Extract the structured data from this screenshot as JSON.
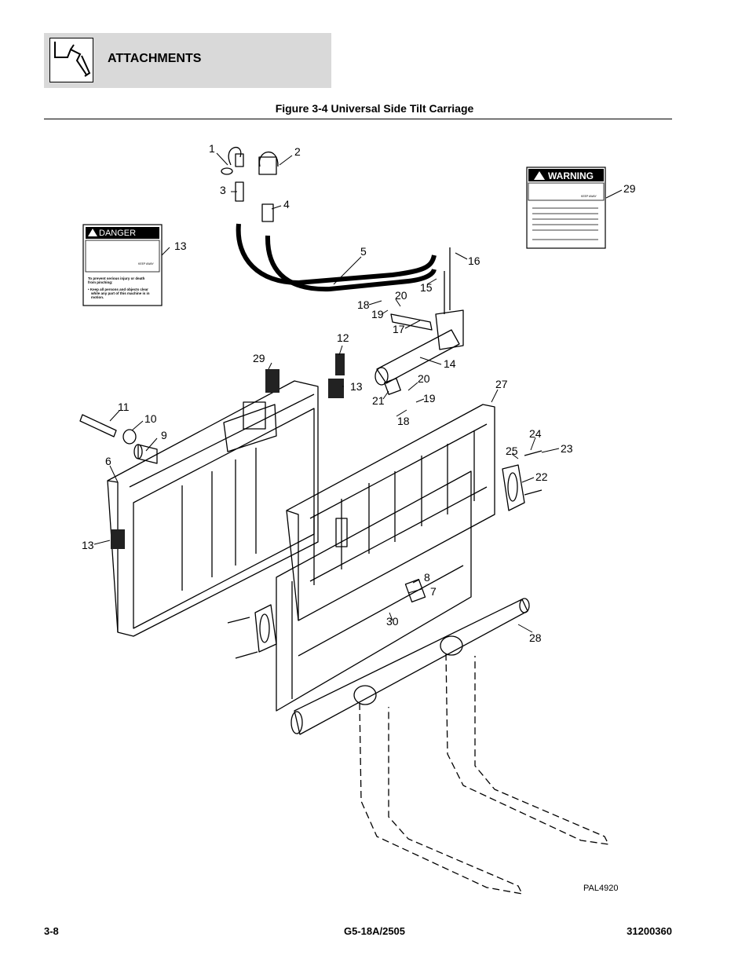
{
  "header": {
    "section_title": "ATTACHMENTS"
  },
  "figure": {
    "title": "Figure 3-4 Universal Side Tilt Carriage",
    "code": "PAL4920",
    "callouts": [
      "1",
      "2",
      "3",
      "4",
      "5",
      "6",
      "7",
      "8",
      "9",
      "10",
      "11",
      "12",
      "13",
      "13",
      "13",
      "14",
      "15",
      "16",
      "17",
      "18",
      "18",
      "19",
      "19",
      "20",
      "20",
      "21",
      "22",
      "23",
      "24",
      "25",
      "27",
      "28",
      "29",
      "29",
      "30"
    ],
    "danger_decal": {
      "heading": "DANGER",
      "keep_away": "KEEP AWAY",
      "line1": "To prevent serious injury or death",
      "line2": "from pinching:",
      "bullet1": "• Keep all persons and objects clear",
      "bullet2": "while any part of this machine is in",
      "bullet3": "motion."
    },
    "warning_decal": {
      "heading": "WARNING",
      "keep_away": "KEEP AWAY"
    }
  },
  "footer": {
    "page": "3-8",
    "model": "G5-18A/2505",
    "doc_number": "31200360"
  }
}
